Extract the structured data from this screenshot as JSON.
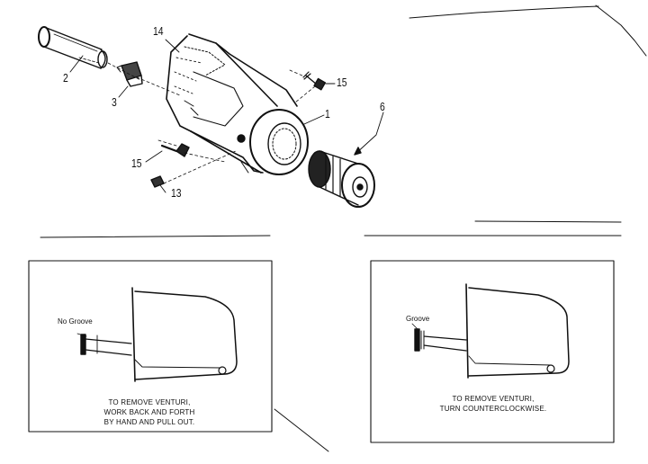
{
  "callouts": {
    "c14": "14",
    "c2": "2",
    "c3": "3",
    "c15_top": "15",
    "c1": "1",
    "c6": "6",
    "c15_bottom": "15",
    "c13": "13"
  },
  "left_panel": {
    "label": "No Groove",
    "caption_line1": "TO REMOVE VENTURI,",
    "caption_line2": "WORK BACK AND FORTH",
    "caption_line3": "BY HAND AND PULL OUT."
  },
  "right_panel": {
    "label": "Groove",
    "caption_line1": "TO REMOVE VENTURI,",
    "caption_line2": "TURN COUNTERCLOCKWISE."
  }
}
